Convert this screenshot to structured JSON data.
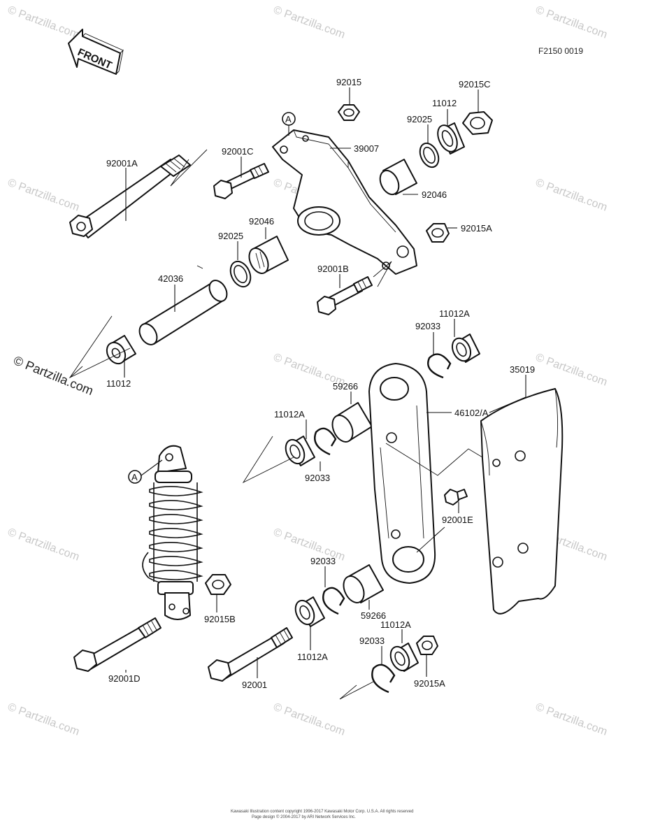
{
  "front_badge": "FRONT",
  "diagram_code": "F2150 0019",
  "watermark": "© Partzilla.com",
  "ref_marker": "A",
  "labels": {
    "92015": "92015",
    "92015C": "92015C",
    "11012_top": "11012",
    "92025_top": "92025",
    "92001C": "92001C",
    "39007": "39007",
    "92001A": "92001A",
    "92046_right": "92046",
    "92015A_top": "92015A",
    "92046_left": "92046",
    "92025_left": "92025",
    "92001B": "92001B",
    "42036": "42036",
    "11012_left": "11012",
    "11012A_top": "11012A",
    "92033_top": "92033",
    "35019": "35019",
    "59266_top": "59266",
    "46102A": "46102/A",
    "11012A_mid": "11012A",
    "92033_mid": "92033",
    "92001E": "92001E",
    "92033_low": "92033",
    "59266_low": "59266",
    "92015B": "92015B",
    "11012A_low": "11012A",
    "92033_bottom": "92033",
    "11012A_bottom": "11012A",
    "92015A_bottom": "92015A",
    "92001D": "92001D",
    "92001": "92001"
  },
  "footer": {
    "line1": "Kawasaki Illustration content copyright 1996-2017 Kawasaki Motor Corp. U.S.A. All rights reserved",
    "line2": "Page design © 2004-2017 by ARI Network Services Inc."
  }
}
